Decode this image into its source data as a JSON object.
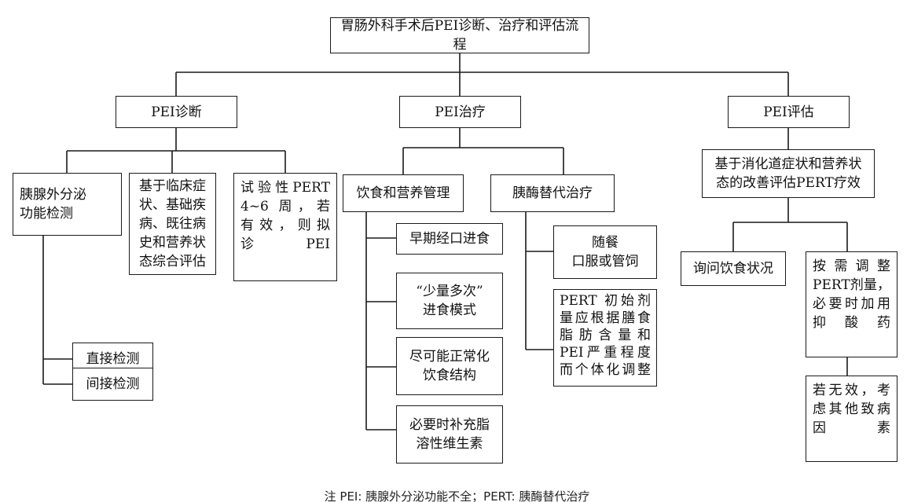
{
  "title": "胃肠外科手术后PEI诊断、治疗和评估流程",
  "branches": {
    "diagnosis": "PEI诊断",
    "treatment": "PEI治疗",
    "evaluation": "PEI评估"
  },
  "diagnosis": {
    "exocrine_test": "胰腺外分泌\n功能检测",
    "direct_test": "直接检测",
    "indirect_test": "间接检测",
    "clinical_eval": "基于临床症\n状、基础疾\n病、既往病\n史和营养状\n态综合评估",
    "trial_pert": "试验性PERT\n4~6 周，若\n有效，则拟\n诊PEI"
  },
  "treatment": {
    "diet_management": "饮食和营养管理",
    "diet_items": [
      "早期经口进食",
      "“少量多次”\n进食模式",
      "尽可能正常化\n饮食结构",
      "必要时补充脂\n溶性维生素"
    ],
    "enzyme_therapy": "胰酶替代治疗",
    "enzyme_items": [
      "随餐\n口服或管饲",
      "PERT 初始剂\n量应根据膳食\n脂肪含量和\nPEI严重程度\n而个体化调整"
    ]
  },
  "evaluation": {
    "efficacy": "基于消化道症状和营养状\n态的改善评估PERT疗效",
    "diet_inquiry": "询问饮食状况",
    "adjust_dose": "按需调整\nPERT剂量，\n必要时加用\n抑酸药",
    "if_ineffective": "若无效，考\n虑其他致病\n因素"
  },
  "footnote": "注 PEI: 胰腺外分泌功能不全；PERT: 胰酶替代治疗"
}
